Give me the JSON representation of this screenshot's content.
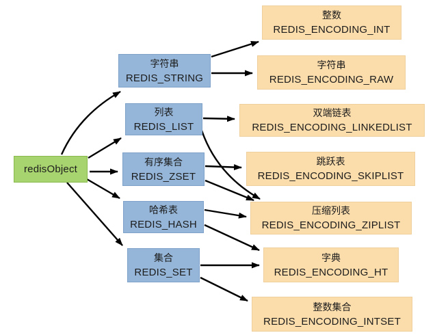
{
  "diagram": {
    "root": {
      "label": "redisObject"
    },
    "types": [
      {
        "id": "string",
        "label_cn": "字符串",
        "label_en": "REDIS_STRING"
      },
      {
        "id": "list",
        "label_cn": "列表",
        "label_en": "REDIS_LIST"
      },
      {
        "id": "zset",
        "label_cn": "有序集合",
        "label_en": "REDIS_ZSET"
      },
      {
        "id": "hash",
        "label_cn": "哈希表",
        "label_en": "REDIS_HASH"
      },
      {
        "id": "set",
        "label_cn": "集合",
        "label_en": "REDIS_SET"
      }
    ],
    "encodings": [
      {
        "id": "int",
        "label_cn": "整数",
        "label_en": "REDIS_ENCODING_INT"
      },
      {
        "id": "raw",
        "label_cn": "字符串",
        "label_en": "REDIS_ENCODING_RAW"
      },
      {
        "id": "linkedlist",
        "label_cn": "双端链表",
        "label_en": "REDIS_ENCODING_LINKEDLIST"
      },
      {
        "id": "skiplist",
        "label_cn": "跳跃表",
        "label_en": "REDIS_ENCODING_SKIPLIST"
      },
      {
        "id": "ziplist",
        "label_cn": "压缩列表",
        "label_en": "REDIS_ENCODING_ZIPLIST"
      },
      {
        "id": "ht",
        "label_cn": "字典",
        "label_en": "REDIS_ENCODING_HT"
      },
      {
        "id": "intset",
        "label_cn": "整数集合",
        "label_en": "REDIS_ENCODING_INTSET"
      }
    ],
    "edges": [
      {
        "from": "redisObject",
        "to": "REDIS_STRING"
      },
      {
        "from": "redisObject",
        "to": "REDIS_LIST"
      },
      {
        "from": "redisObject",
        "to": "REDIS_ZSET"
      },
      {
        "from": "redisObject",
        "to": "REDIS_HASH"
      },
      {
        "from": "redisObject",
        "to": "REDIS_SET"
      },
      {
        "from": "REDIS_STRING",
        "to": "REDIS_ENCODING_INT"
      },
      {
        "from": "REDIS_STRING",
        "to": "REDIS_ENCODING_RAW"
      },
      {
        "from": "REDIS_LIST",
        "to": "REDIS_ENCODING_LINKEDLIST"
      },
      {
        "from": "REDIS_LIST",
        "to": "REDIS_ENCODING_ZIPLIST"
      },
      {
        "from": "REDIS_ZSET",
        "to": "REDIS_ENCODING_SKIPLIST"
      },
      {
        "from": "REDIS_ZSET",
        "to": "REDIS_ENCODING_ZIPLIST"
      },
      {
        "from": "REDIS_HASH",
        "to": "REDIS_ENCODING_ZIPLIST"
      },
      {
        "from": "REDIS_HASH",
        "to": "REDIS_ENCODING_HT"
      },
      {
        "from": "REDIS_SET",
        "to": "REDIS_ENCODING_HT"
      },
      {
        "from": "REDIS_SET",
        "to": "REDIS_ENCODING_INTSET"
      }
    ],
    "colors": {
      "root_fill": "#a7d46e",
      "type_fill": "#95b6d9",
      "encoding_fill": "#fbdcab",
      "arrow": "#000000"
    }
  }
}
